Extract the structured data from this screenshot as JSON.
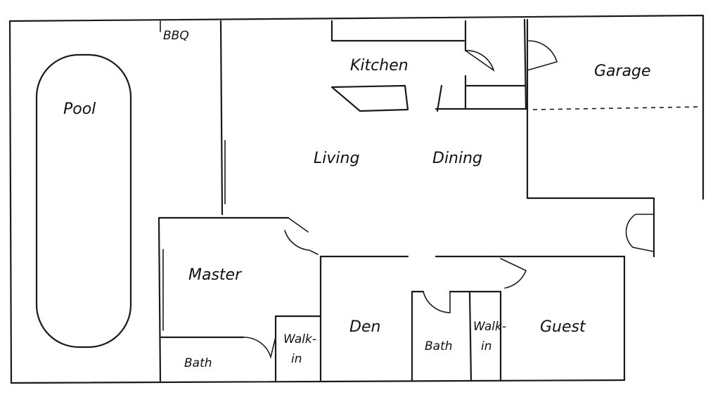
{
  "rooms": {
    "pool": "Pool",
    "bbq": "BBQ",
    "kitchen": "Kitchen",
    "garage": "Garage",
    "living": "Living",
    "dining": "Dining",
    "master": "Master",
    "master_bath": "Bath",
    "master_walkin_1": "Walk-",
    "master_walkin_2": "in",
    "den": "Den",
    "hall_bath": "Bath",
    "guest_walkin_1": "Walk-",
    "guest_walkin_2": "in",
    "guest": "Guest"
  }
}
